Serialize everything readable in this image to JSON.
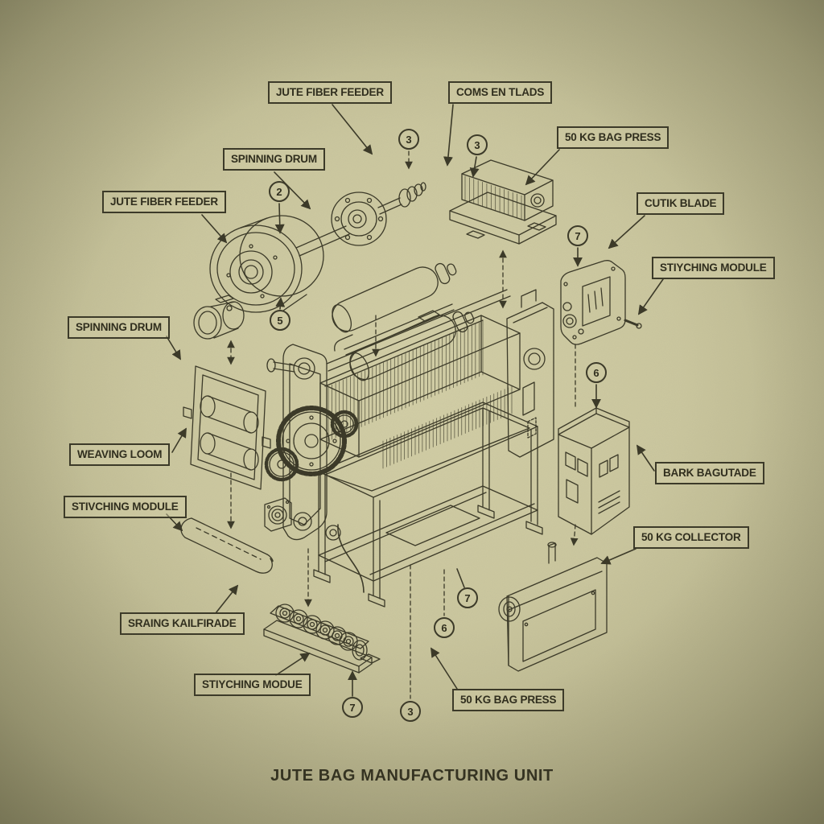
{
  "title": "JUTE BAG MANUFACTURING UNIT",
  "labels": {
    "jute_fiber_feeder_top": "JUTE FIBER FEEDER",
    "coms_en_tlads": "COMS EN TLADS",
    "bag_press_top": "50 KG BAG PRESS",
    "spinning_drum_top": "SPINNING DRUM",
    "jute_fiber_feeder_left": "JUTE FIBER FEEDER",
    "cutik_blade": "CUTIK BLADE",
    "stiyching_module_right": "STIYCHING MODULE",
    "spinning_drum_left": "SPINNING DRUM",
    "weaving_loom": "WEAVING LOOM",
    "stivching_module_left": "STIVCHING MODULE",
    "sraing_kailfirade": "SRAING KAILFIRADE",
    "stiyching_modue": "STIYCHING MODUE",
    "bag_press_bottom": "50 KG BAG PRESS",
    "bark_bagutade": "BARK BAGUTADE",
    "kg_collector": "50 KG COLLECTOR"
  },
  "callouts": {
    "c2": "2",
    "c3a": "3",
    "c3b": "3",
    "c7a": "7",
    "c5": "5",
    "c6a": "6",
    "c7b": "7",
    "c6b": "6",
    "c7c": "7",
    "c3c": "3"
  },
  "colors": {
    "paper": "#ccc8a0",
    "paper_edge": "#9b9872",
    "ink": "#3a3827"
  }
}
